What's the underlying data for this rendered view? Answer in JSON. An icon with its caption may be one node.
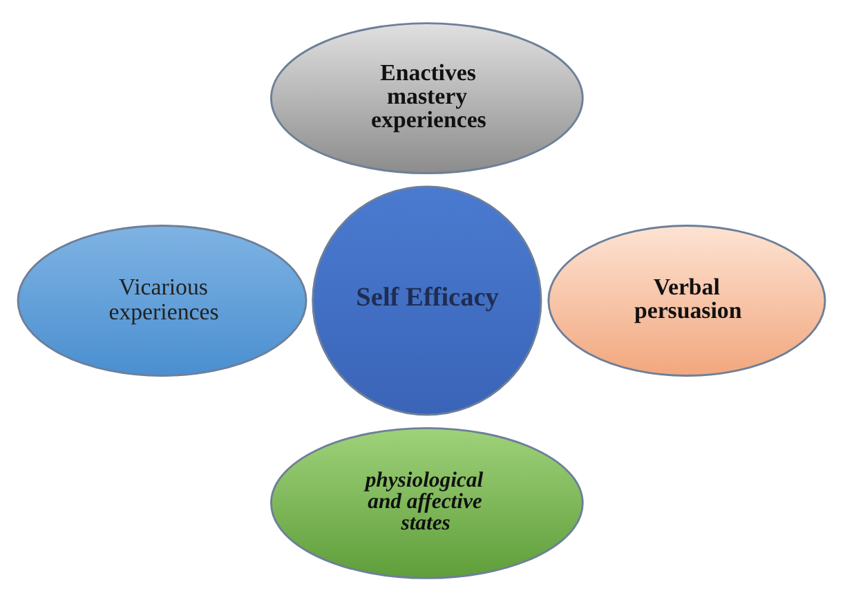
{
  "diagram": {
    "nodes": [
      {
        "text": [
          "Self Efficacy"
        ]
      },
      {
        "text": [
          "Enactives mastery experiences"
        ]
      },
      {
        "text": [
          "Vicarious experiences"
        ]
      },
      {
        "text": [
          "Verbal persuasion"
        ]
      },
      {
        "text": [
          "physiological and affective states"
        ]
      }
    ]
  }
}
